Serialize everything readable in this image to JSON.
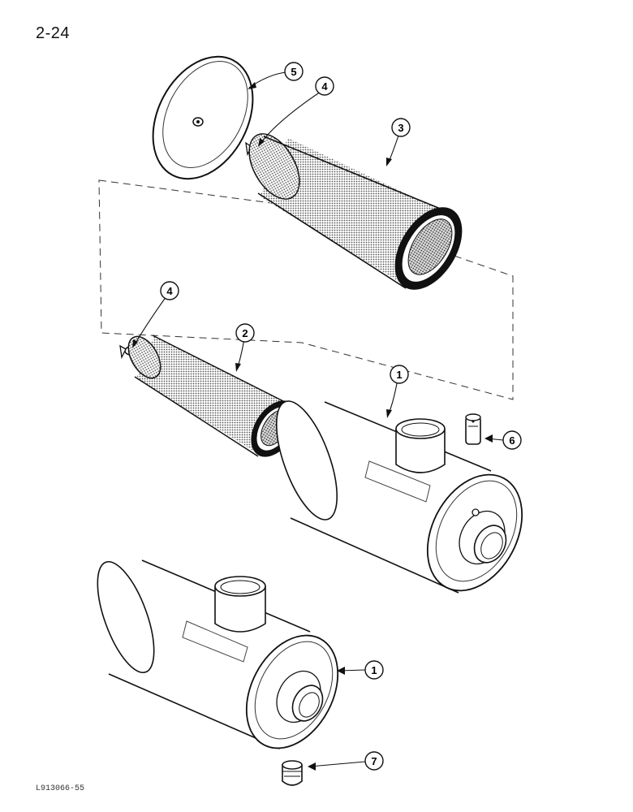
{
  "page": {
    "number": "2-24",
    "figure_code": "L913066-55"
  },
  "parts": {
    "housing_1": {
      "callout": "1"
    },
    "housing_1_alt": {
      "callout": "1"
    },
    "inner_filter_2": {
      "callout": "2"
    },
    "outer_filter_3": {
      "callout": "3"
    },
    "wing_nut_4_upper": {
      "callout": "4"
    },
    "wing_nut_4_lower": {
      "callout": "4"
    },
    "cover_5": {
      "callout": "5"
    },
    "indicator_6": {
      "callout": "6"
    },
    "valve_7": {
      "callout": "7"
    }
  }
}
